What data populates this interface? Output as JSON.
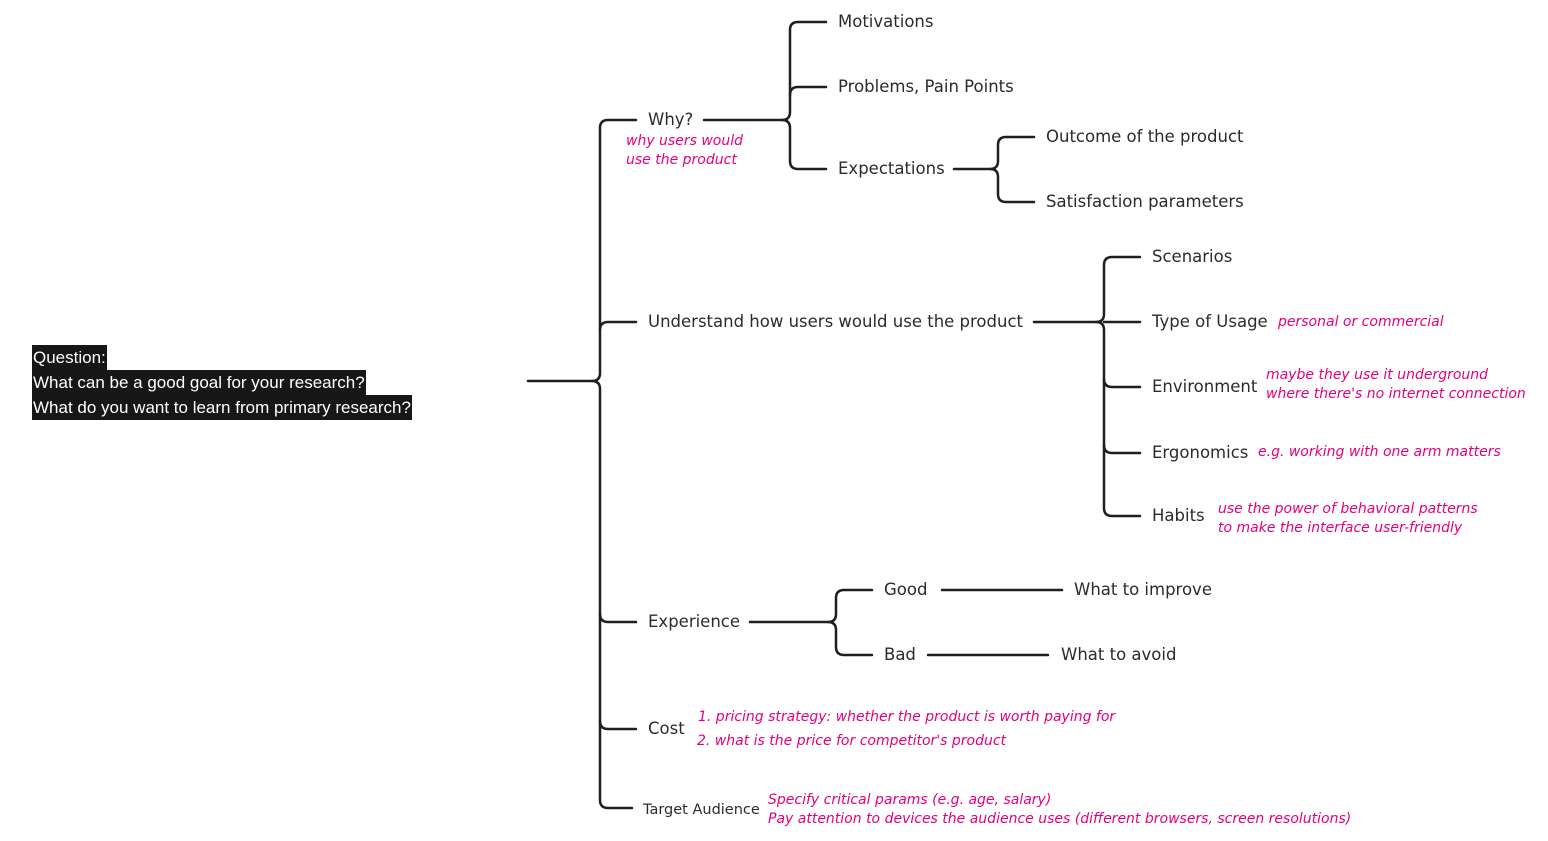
{
  "question": {
    "lines": [
      "Question:",
      "What can be a good goal for your research?",
      "What do you want to learn from primary research?"
    ]
  },
  "nodes": {
    "why": "Why?",
    "motivations": "Motivations",
    "problems": "Problems, Pain Points",
    "expectations": "Expectations",
    "outcome": "Outcome of the product",
    "satisfaction": "Satisfaction parameters",
    "understand": "Understand how users would use the product",
    "scenarios": "Scenarios",
    "type_of_usage": "Type of Usage",
    "environment": "Environment",
    "ergonomics": "Ergonomics",
    "habits": "Habits",
    "experience": "Experience",
    "good": "Good",
    "what_to_improve": "What to improve",
    "bad": "Bad",
    "what_to_avoid": "What to avoid",
    "cost": "Cost",
    "target_audience": "Target Audience"
  },
  "notes": {
    "why": [
      "why users would",
      "use the product"
    ],
    "type_of_usage": [
      "personal or commercial"
    ],
    "environment": [
      "maybe they use it underground",
      "where there's no internet connection"
    ],
    "ergonomics": [
      "e.g. working with one arm matters"
    ],
    "habits": [
      "use the power of behavioral patterns",
      "to make the interface user-friendly"
    ],
    "cost": [
      "1. pricing strategy: whether the product is worth paying for",
      "2. what is the price for competitor's product"
    ],
    "target_audience": [
      "Specify critical params (e.g. age, salary)",
      "Pay attention to devices the audience uses (different browsers, screen resolutions)"
    ]
  },
  "colors": {
    "line": "#1f1f1f",
    "note": "#e5007a",
    "text": "#2b2b2b",
    "question_bg": "#171717",
    "question_text": "#ffffff"
  }
}
